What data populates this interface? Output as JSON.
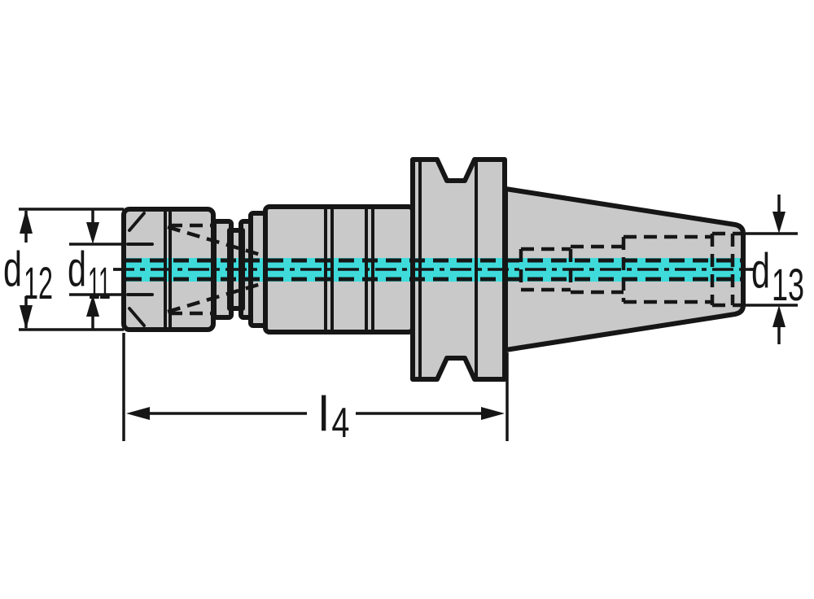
{
  "colors": {
    "background": "#FFFFFF",
    "body_fill": "#C9C9C9",
    "outline": "#161616",
    "centerline_cyan": "#3FDBDB"
  },
  "dimensions": {
    "d12": {
      "base": "d",
      "sub": "12"
    },
    "d11": {
      "base": "d",
      "sub": "11"
    },
    "d13": {
      "base": "d",
      "sub": "13"
    },
    "l4": {
      "base": "l",
      "sub": "4"
    }
  }
}
